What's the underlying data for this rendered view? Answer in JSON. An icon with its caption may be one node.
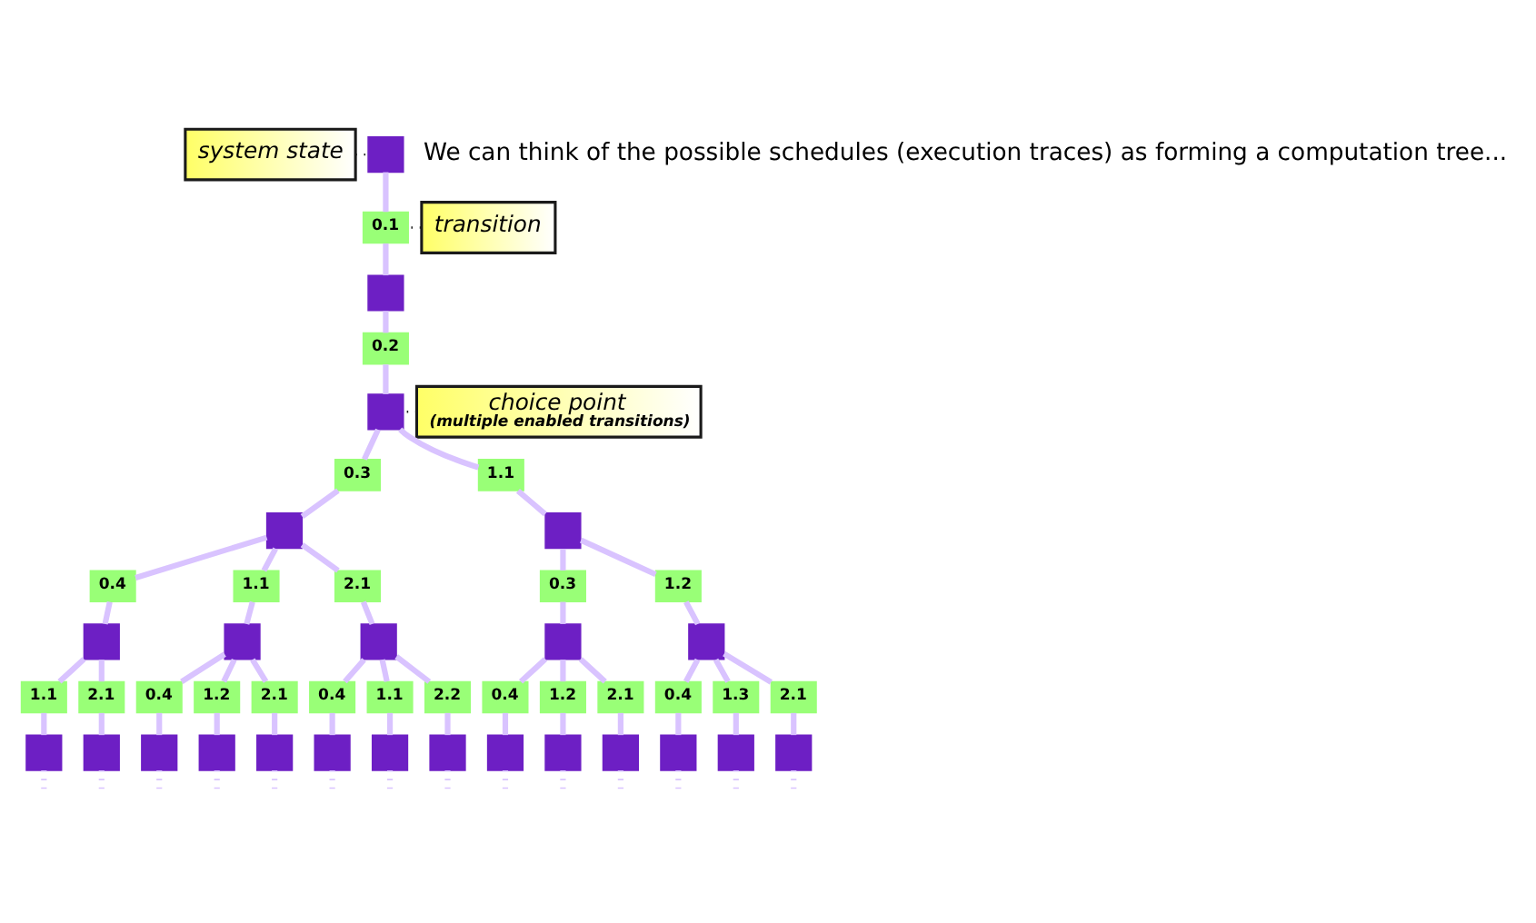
{
  "diagram": {
    "nodes": [
      {
        "text": [
          "system state"
        ]
      },
      {
        "text": [
          "transition"
        ]
      },
      {
        "text": [
          "choice point",
          "(multiple enabled transitions)"
        ]
      },
      {
        "text": [],
        "shape": "box"
      },
      {
        "text": [
          "0.1"
        ]
      },
      {
        "text": [],
        "shape": "box"
      },
      {
        "text": [
          "0.2"
        ]
      },
      {
        "text": [],
        "shape": "box"
      },
      {
        "text": [
          "0.3"
        ]
      },
      {
        "text": [
          "1.1"
        ]
      },
      {
        "text": [],
        "shape": "box"
      },
      {
        "text": [],
        "shape": "box"
      },
      {
        "text": [
          "0.4"
        ]
      },
      {
        "text": [
          "1.1"
        ]
      },
      {
        "text": [
          "2.1"
        ]
      },
      {
        "text": [
          "0.3"
        ]
      },
      {
        "text": [
          "1.2"
        ]
      },
      {
        "text": [],
        "shape": "box"
      },
      {
        "text": [],
        "shape": "box"
      },
      {
        "text": [],
        "shape": "box"
      },
      {
        "text": [],
        "shape": "box"
      },
      {
        "text": [],
        "shape": "box"
      },
      {
        "text": [
          "1.1"
        ]
      },
      {
        "text": [
          "2.1"
        ]
      },
      {
        "text": [
          "0.4"
        ]
      },
      {
        "text": [
          "1.2"
        ]
      },
      {
        "text": [
          "2.1"
        ]
      },
      {
        "text": [
          "0.4"
        ]
      },
      {
        "text": [
          "1.1"
        ]
      },
      {
        "text": [
          "2.2"
        ]
      },
      {
        "text": [
          "0.4"
        ]
      },
      {
        "text": [
          "1.2"
        ]
      },
      {
        "text": [
          "2.1"
        ]
      },
      {
        "text": [
          "0.4"
        ]
      },
      {
        "text": [
          "1.3"
        ]
      },
      {
        "text": [
          "2.1"
        ]
      },
      {
        "text": [],
        "shape": "box"
      },
      {
        "text": [],
        "shape": "box"
      },
      {
        "text": [],
        "shape": "box"
      },
      {
        "text": [],
        "shape": "box"
      },
      {
        "text": [],
        "shape": "box"
      },
      {
        "text": [],
        "shape": "box"
      },
      {
        "text": [],
        "shape": "box"
      },
      {
        "text": [],
        "shape": "box"
      },
      {
        "text": [],
        "shape": "box"
      },
      {
        "text": [],
        "shape": "box"
      },
      {
        "text": [],
        "shape": "box"
      },
      {
        "text": [],
        "shape": "box"
      },
      {
        "text": [],
        "shape": "box"
      },
      {
        "text": [],
        "shape": "box"
      }
    ],
    "edges": [
      {
        "from": 0,
        "to": 3,
        "arrow": "none",
        "style": "dashed",
        "color": "#222222"
      },
      {
        "from": 1,
        "to": 4,
        "arrow": "none",
        "style": "dashed",
        "color": "#222222"
      },
      {
        "from": 2,
        "to": 7,
        "arrow": "none",
        "style": "dashed",
        "color": "#222222"
      },
      {
        "from": 3,
        "to": 4,
        "arrow": "none"
      },
      {
        "from": 4,
        "to": 5,
        "arrow": "none"
      },
      {
        "from": 5,
        "to": 6,
        "arrow": "none"
      },
      {
        "from": 6,
        "to": 7,
        "arrow": "none"
      },
      {
        "from": 7,
        "to": 8,
        "arrow": "none"
      },
      {
        "from": 8,
        "to": 10,
        "arrow": "none"
      },
      {
        "from": 7,
        "to": 9,
        "arrow": "none"
      },
      {
        "from": 9,
        "to": 11,
        "arrow": "none"
      },
      {
        "from": 10,
        "to": 12,
        "arrow": "none"
      },
      {
        "from": 12,
        "to": 17,
        "arrow": "none"
      },
      {
        "from": 10,
        "to": 13,
        "arrow": "none"
      },
      {
        "from": 13,
        "to": 18,
        "arrow": "none"
      },
      {
        "from": 10,
        "to": 14,
        "arrow": "none"
      },
      {
        "from": 14,
        "to": 19,
        "arrow": "none"
      },
      {
        "from": 11,
        "to": 15,
        "arrow": "none"
      },
      {
        "from": 15,
        "to": 20,
        "arrow": "none"
      },
      {
        "from": 11,
        "to": 16,
        "arrow": "none"
      },
      {
        "from": 16,
        "to": 21,
        "arrow": "none"
      },
      {
        "from": 17,
        "to": 22,
        "arrow": "none"
      },
      {
        "from": 22,
        "to": 36,
        "arrow": "none"
      },
      {
        "from": 17,
        "to": 23,
        "arrow": "none"
      },
      {
        "from": 23,
        "to": 37,
        "arrow": "none"
      },
      {
        "from": 18,
        "to": 24,
        "arrow": "none"
      },
      {
        "from": 24,
        "to": 38,
        "arrow": "none"
      },
      {
        "from": 18,
        "to": 25,
        "arrow": "none"
      },
      {
        "from": 25,
        "to": 39,
        "arrow": "none"
      },
      {
        "from": 18,
        "to": 26,
        "arrow": "none"
      },
      {
        "from": 26,
        "to": 40,
        "arrow": "none"
      },
      {
        "from": 19,
        "to": 27,
        "arrow": "none"
      },
      {
        "from": 27,
        "to": 41,
        "arrow": "none"
      },
      {
        "from": 19,
        "to": 28,
        "arrow": "none"
      },
      {
        "from": 28,
        "to": 42,
        "arrow": "none"
      },
      {
        "from": 19,
        "to": 29,
        "arrow": "none"
      },
      {
        "from": 29,
        "to": 43,
        "arrow": "none"
      },
      {
        "from": 20,
        "to": 30,
        "arrow": "none"
      },
      {
        "from": 30,
        "to": 44,
        "arrow": "none"
      },
      {
        "from": 20,
        "to": 31,
        "arrow": "none"
      },
      {
        "from": 31,
        "to": 45,
        "arrow": "none"
      },
      {
        "from": 20,
        "to": 32,
        "arrow": "none"
      },
      {
        "from": 32,
        "to": 46,
        "arrow": "none"
      },
      {
        "from": 21,
        "to": 33,
        "arrow": "none"
      },
      {
        "from": 33,
        "to": 47,
        "arrow": "none"
      },
      {
        "from": 21,
        "to": 34,
        "arrow": "none"
      },
      {
        "from": 34,
        "to": 48,
        "arrow": "none"
      },
      {
        "from": 21,
        "to": 35,
        "arrow": "none"
      },
      {
        "from": 35,
        "to": 49,
        "arrow": "none"
      },
      {
        "from": 36,
        "to": null,
        "arrow": "none",
        "style": "dashed"
      },
      {
        "from": 37,
        "to": null,
        "arrow": "none",
        "style": "dashed"
      },
      {
        "from": 38,
        "to": null,
        "arrow": "none",
        "style": "dashed"
      },
      {
        "from": 39,
        "to": null,
        "arrow": "none",
        "style": "dashed"
      },
      {
        "from": 40,
        "to": null,
        "arrow": "none",
        "style": "dashed"
      },
      {
        "from": 41,
        "to": null,
        "arrow": "none",
        "style": "dashed"
      },
      {
        "from": 42,
        "to": null,
        "arrow": "none",
        "style": "dashed"
      },
      {
        "from": 43,
        "to": null,
        "arrow": "none",
        "style": "dashed"
      },
      {
        "from": 44,
        "to": null,
        "arrow": "none",
        "style": "dashed"
      },
      {
        "from": 45,
        "to": null,
        "arrow": "none",
        "style": "dashed"
      },
      {
        "from": 46,
        "to": null,
        "arrow": "none",
        "style": "dashed"
      },
      {
        "from": 47,
        "to": null,
        "arrow": "none",
        "style": "dashed"
      },
      {
        "from": 48,
        "to": null,
        "arrow": "none",
        "style": "dashed"
      },
      {
        "from": 49,
        "to": null,
        "arrow": "none",
        "style": "dashed"
      }
    ],
    "labels": [
      "We can think of the possible schedules (execution traces) as forming a computation tree..."
    ]
  }
}
